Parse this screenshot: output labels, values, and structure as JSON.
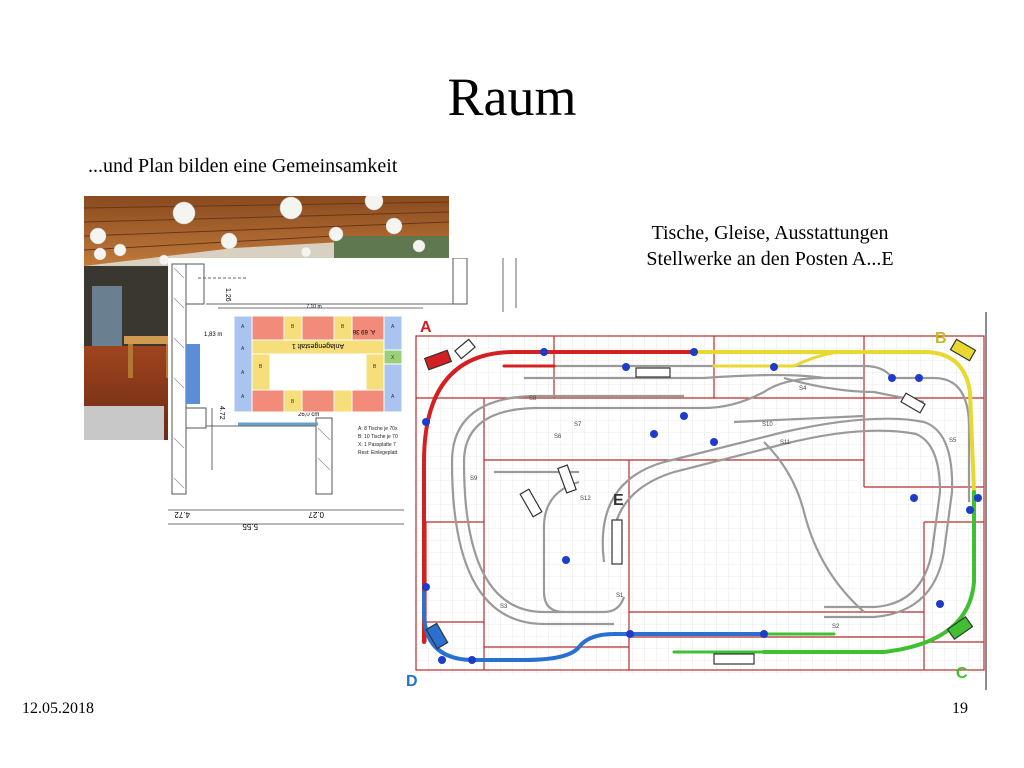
{
  "slide": {
    "title": "Raum",
    "subtitle": "...und Plan bilden eine Gemeinsamkeit",
    "caption_line1": "Tische, Gleise, Ausstattungen",
    "caption_line2": "Stellwerke an den Posten A...E",
    "date": "12.05.2018",
    "page_number": "19"
  },
  "floor_plan": {
    "width_label": "7,10 m",
    "left_label": "1,83 m",
    "bottom_label": "26,0 cm",
    "table_label": "Anlagengestalt 1",
    "table_code": "A. 69 36",
    "dim_top": "1.26",
    "dim_left": "4.72",
    "dim_bottom_a": "5.55",
    "dim_bottom_b": "0.27",
    "dim_bottom_c": "4.72",
    "legend": [
      "A: 8 Tische je 70x",
      "B: 10 Tische je 70",
      "X: 1 Passplatte 7",
      "Rest: Einlegeplatt"
    ],
    "cell_letters": [
      "A",
      "B",
      "A",
      "B",
      "A",
      "B",
      "A",
      "B",
      "A",
      "X",
      "B",
      "A"
    ]
  },
  "track_plan": {
    "posts": [
      "A",
      "B",
      "C",
      "D",
      "E"
    ],
    "switch_labels": [
      "S8",
      "S7",
      "S6",
      "S9",
      "S10",
      "S11",
      "S12",
      "S4",
      "S5",
      "S1",
      "S2",
      "S3"
    ],
    "colors": {
      "post_a": "#d42020",
      "post_b": "#e8d830",
      "post_c": "#40c030",
      "post_d": "#2a70d0",
      "frame": "#b82c2c",
      "grey_track": "#9a9a9a",
      "marker": "#1e3cc8"
    }
  }
}
